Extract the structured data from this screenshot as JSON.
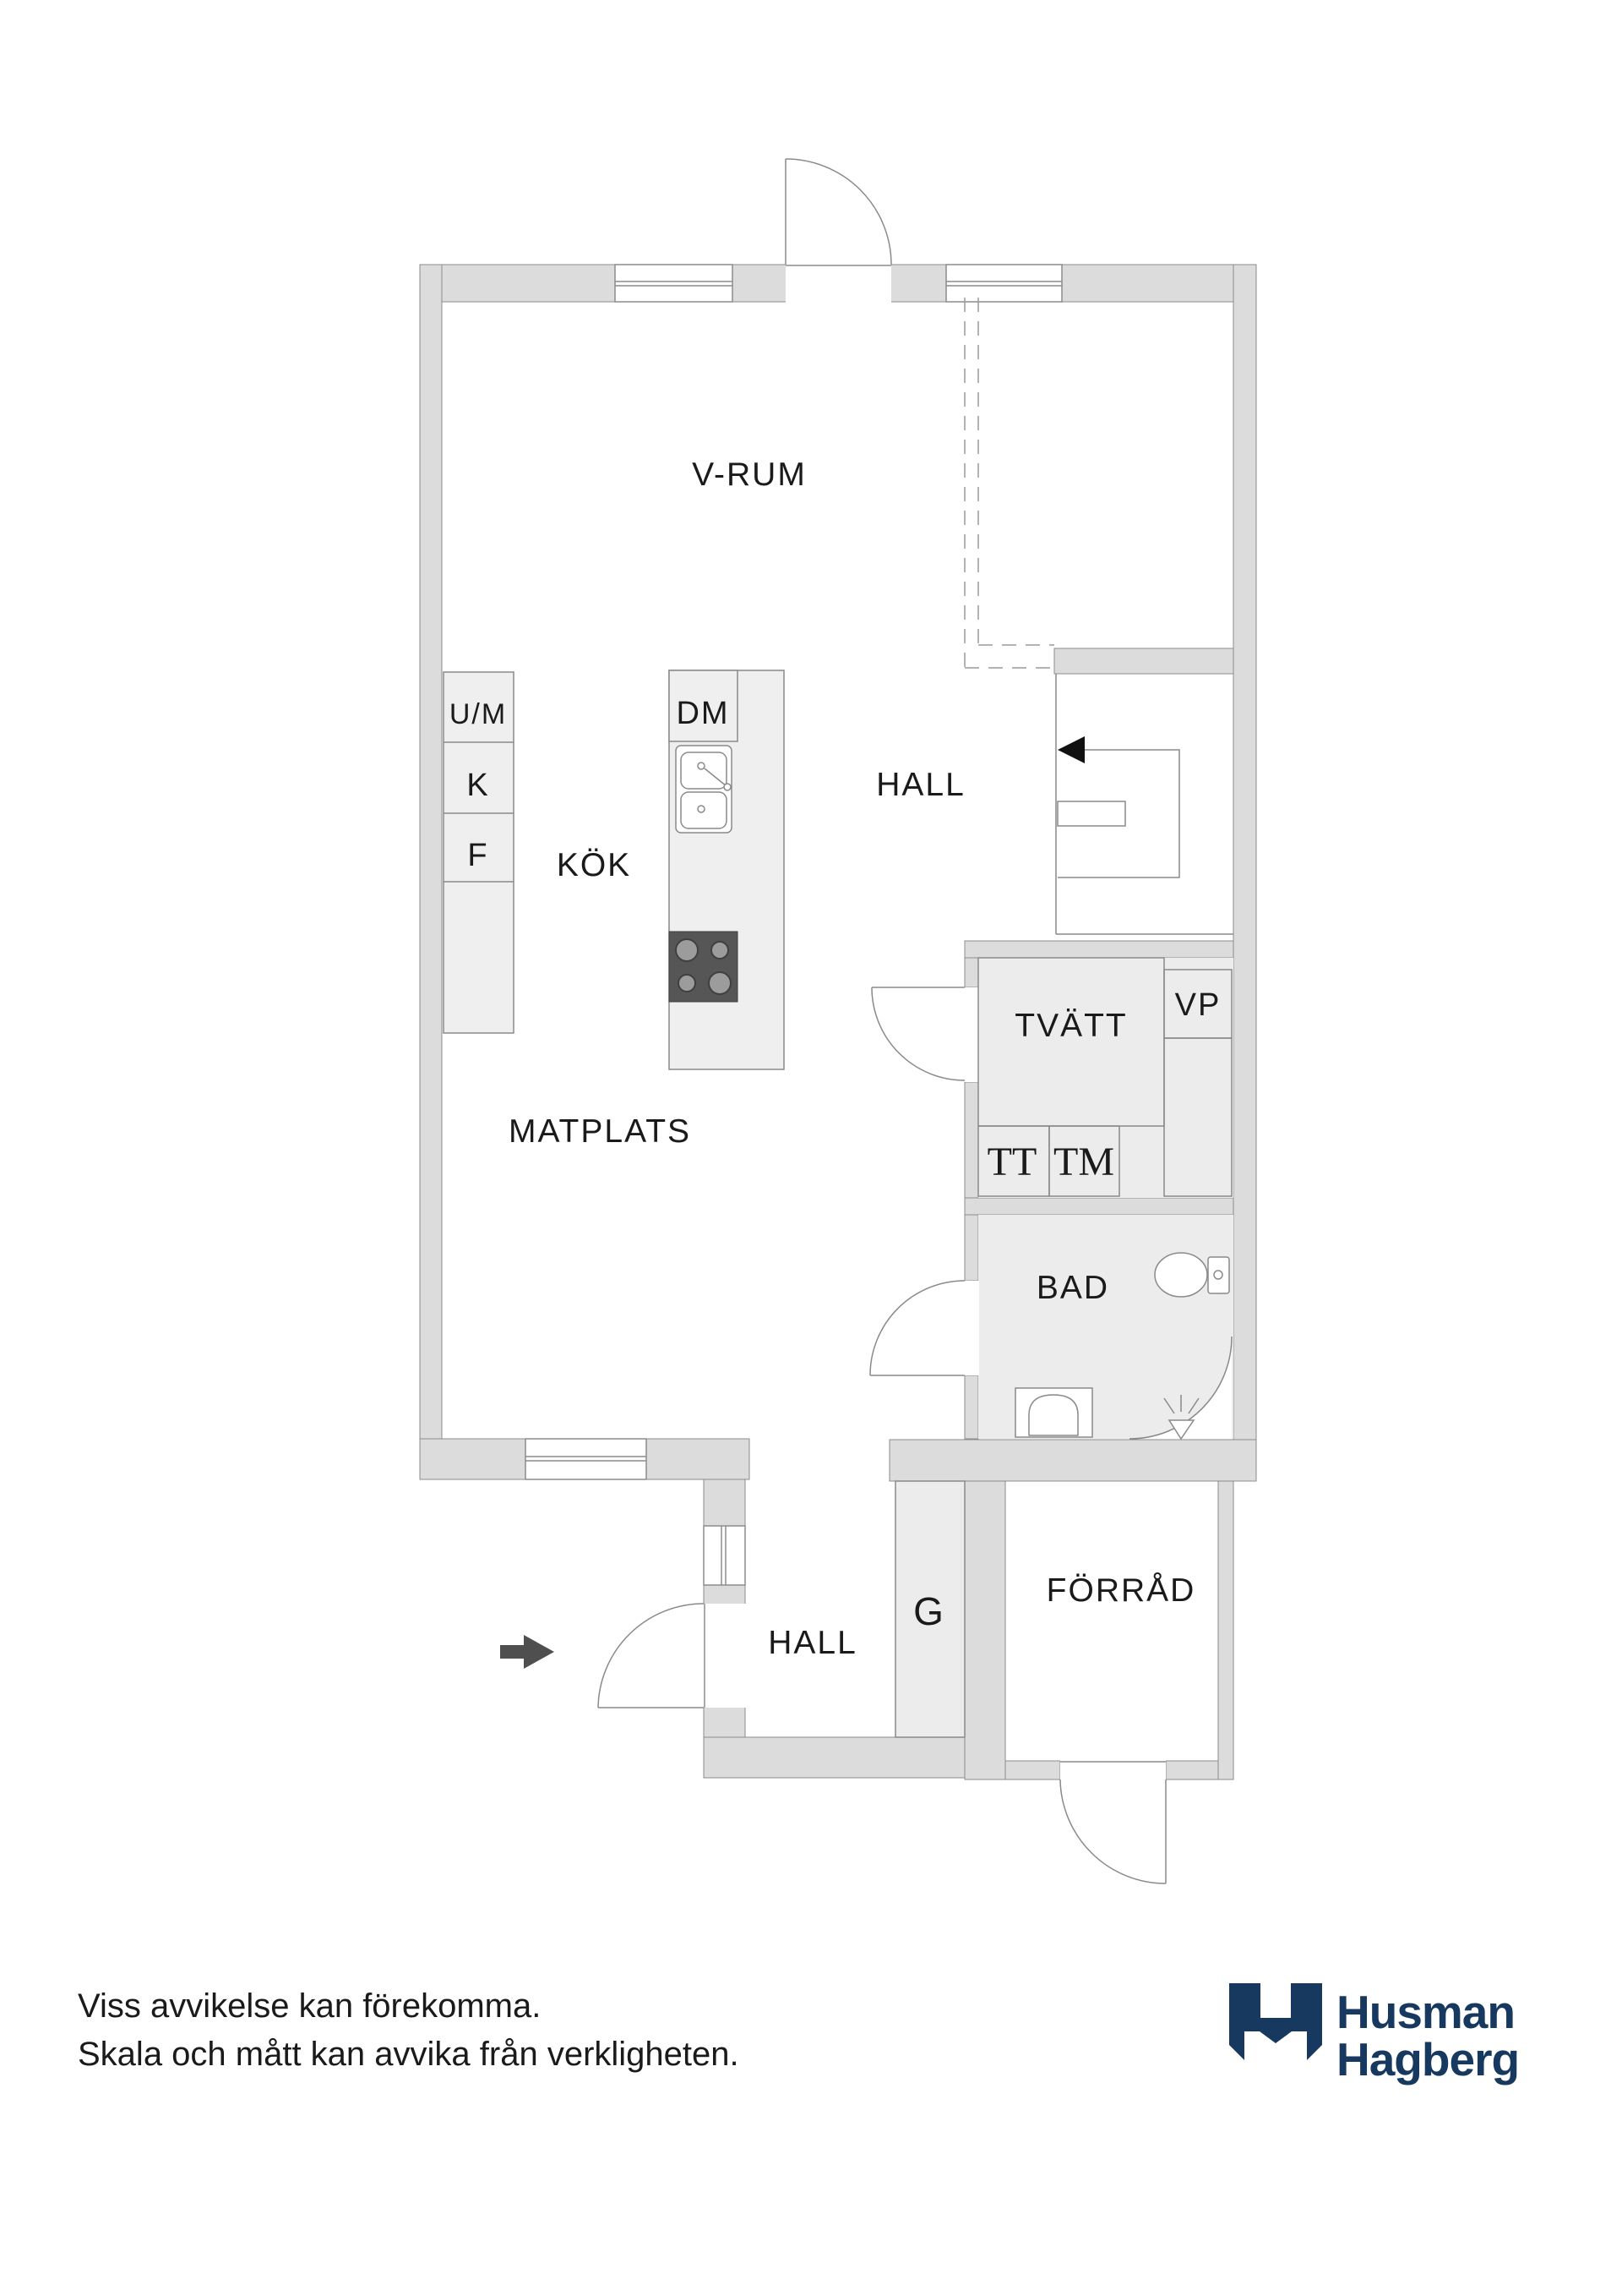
{
  "rooms": {
    "vrum": "V-RUM",
    "hall_upper": "HALL",
    "kok": "KÖK",
    "matplats": "MATPLATS",
    "tvatt": "TVÄTT",
    "bad": "BAD",
    "hall_lower": "HALL",
    "forrad": "FÖRRÅD"
  },
  "fixtures": {
    "um": "U/M",
    "k": "K",
    "f": "F",
    "dm": "DM",
    "vp": "VP",
    "tt": "TT",
    "tm": "TM",
    "g": "G"
  },
  "footer": {
    "line1": "Viss avvikelse kan förekomma.",
    "line2": "Skala och mått kan avvika från verkligheten."
  },
  "logo": {
    "line1": "Husman",
    "line2": "Hagberg"
  },
  "colors": {
    "wall_fill": "#dcdcdc",
    "wall_line": "#8c8c8c",
    "wet_room_fill": "#ececec",
    "counter_fill": "#efefef",
    "fixture_line": "#8a8a8a",
    "stove_fill": "#565656",
    "burner_fill": "#9c9c9c",
    "label_color": "#1a1a1a",
    "arrow_color": "#4f4f4f",
    "logo_navy": "#17395f"
  }
}
